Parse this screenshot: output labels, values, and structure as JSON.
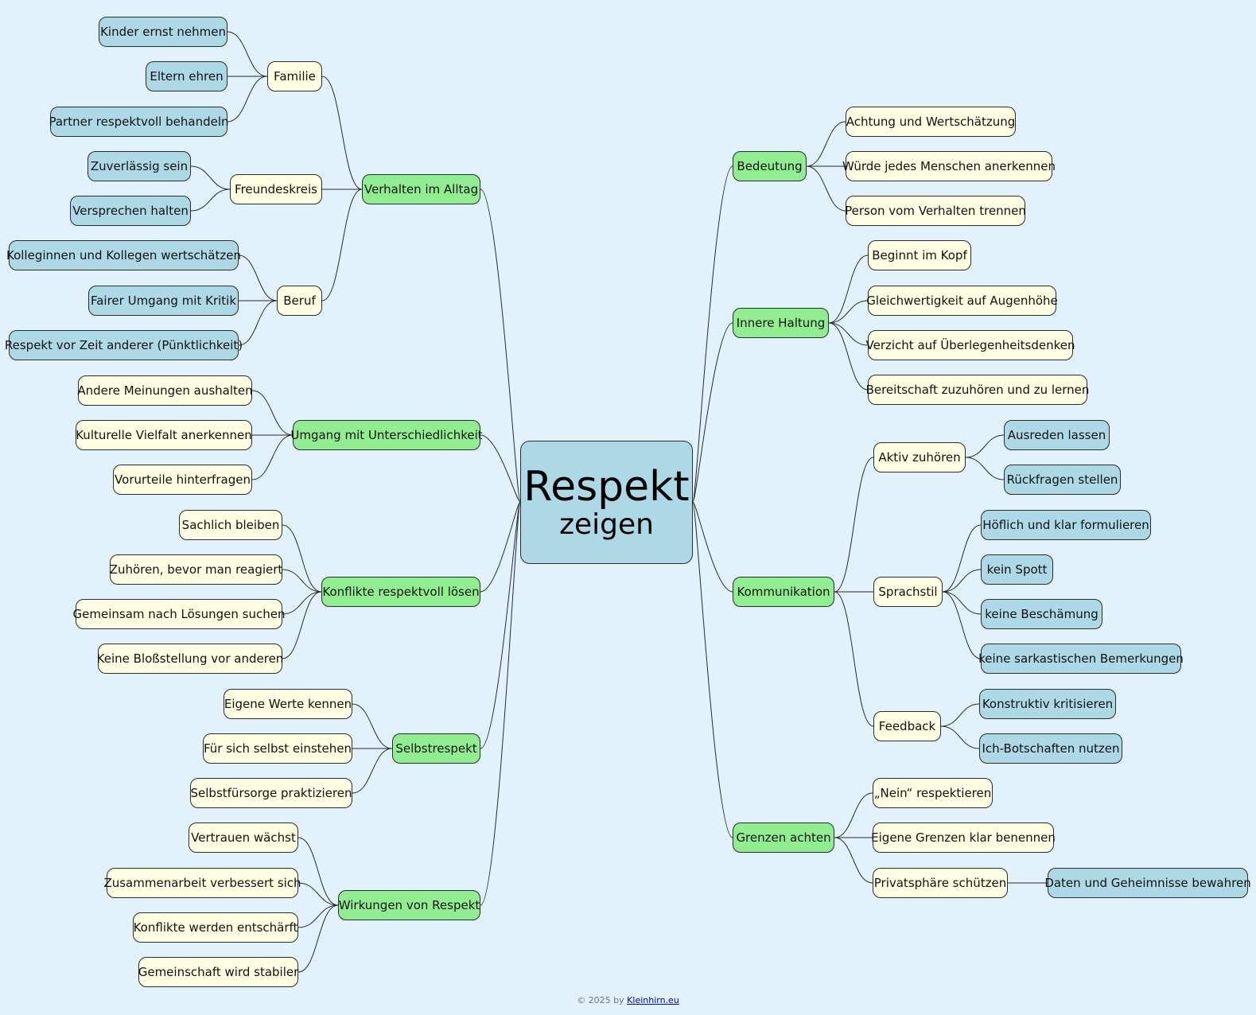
{
  "root": {
    "line1": "Respekt",
    "line2": "zeigen"
  },
  "footer": {
    "prefix": "© 2025 by ",
    "link": "Kleinhirn.eu"
  },
  "colors": {
    "background": "#e1f2fd",
    "level1": "#90ee90",
    "level2": "#fefee2",
    "level3": "#add8e6",
    "line": "#2b2b2b"
  },
  "branches": [
    {
      "side": "left",
      "label": "Verhalten im Alltag",
      "children": [
        {
          "label": "Familie",
          "children": [
            {
              "label": "Kinder ernst nehmen"
            },
            {
              "label": "Eltern ehren"
            },
            {
              "label": "Partner respektvoll behandeln"
            }
          ]
        },
        {
          "label": "Freundeskreis",
          "children": [
            {
              "label": "Zuverlässig sein"
            },
            {
              "label": "Versprechen halten"
            }
          ]
        },
        {
          "label": "Beruf",
          "children": [
            {
              "label": "Kolleginnen und Kollegen wertschätzen"
            },
            {
              "label": "Fairer Umgang mit Kritik"
            },
            {
              "label": "Respekt vor Zeit anderer (Pünktlichkeit)"
            }
          ]
        }
      ]
    },
    {
      "side": "left",
      "label": "Umgang mit Unterschiedlichkeit",
      "children": [
        {
          "label": "Andere Meinungen aushalten"
        },
        {
          "label": "Kulturelle Vielfalt anerkennen"
        },
        {
          "label": "Vorurteile hinterfragen"
        }
      ]
    },
    {
      "side": "left",
      "label": "Konflikte respektvoll lösen",
      "children": [
        {
          "label": "Sachlich bleiben"
        },
        {
          "label": "Zuhören, bevor man reagiert"
        },
        {
          "label": "Gemeinsam nach Lösungen suchen"
        },
        {
          "label": "Keine Bloßstellung vor anderen"
        }
      ]
    },
    {
      "side": "left",
      "label": "Selbstrespekt",
      "children": [
        {
          "label": "Eigene Werte kennen"
        },
        {
          "label": "Für sich selbst einstehen"
        },
        {
          "label": "Selbstfürsorge praktizieren"
        }
      ]
    },
    {
      "side": "left",
      "label": "Wirkungen von Respekt",
      "children": [
        {
          "label": "Vertrauen wächst"
        },
        {
          "label": "Zusammenarbeit verbessert sich"
        },
        {
          "label": "Konflikte werden entschärft"
        },
        {
          "label": "Gemeinschaft wird stabiler"
        }
      ]
    },
    {
      "side": "right",
      "label": "Bedeutung",
      "children": [
        {
          "label": "Achtung und Wertschätzung"
        },
        {
          "label": "Würde jedes Menschen anerkennen"
        },
        {
          "label": "Person vom Verhalten trennen"
        }
      ]
    },
    {
      "side": "right",
      "label": "Innere Haltung",
      "children": [
        {
          "label": "Beginnt im Kopf"
        },
        {
          "label": "Gleichwertigkeit auf Augenhöhe"
        },
        {
          "label": "Verzicht auf Überlegenheitsdenken"
        },
        {
          "label": "Bereitschaft zuzuhören und zu lernen"
        }
      ]
    },
    {
      "side": "right",
      "label": "Kommunikation",
      "children": [
        {
          "label": "Aktiv zuhören",
          "children": [
            {
              "label": "Ausreden lassen"
            },
            {
              "label": "Rückfragen stellen"
            }
          ]
        },
        {
          "label": "Sprachstil",
          "children": [
            {
              "label": "Höflich und klar formulieren"
            },
            {
              "label": "kein Spott"
            },
            {
              "label": "keine Beschämung"
            },
            {
              "label": "keine sarkastischen Bemerkungen"
            }
          ]
        },
        {
          "label": "Feedback",
          "children": [
            {
              "label": "Konstruktiv kritisieren"
            },
            {
              "label": "Ich-Botschaften nutzen"
            }
          ]
        }
      ]
    },
    {
      "side": "right",
      "label": "Grenzen achten",
      "children": [
        {
          "label": "„Nein“ respektieren"
        },
        {
          "label": "Eigene Grenzen klar benennen"
        },
        {
          "label": "Privatsphäre schützen",
          "children": [
            {
              "label": "Daten und Geheimnisse bewahren"
            }
          ]
        }
      ]
    }
  ]
}
